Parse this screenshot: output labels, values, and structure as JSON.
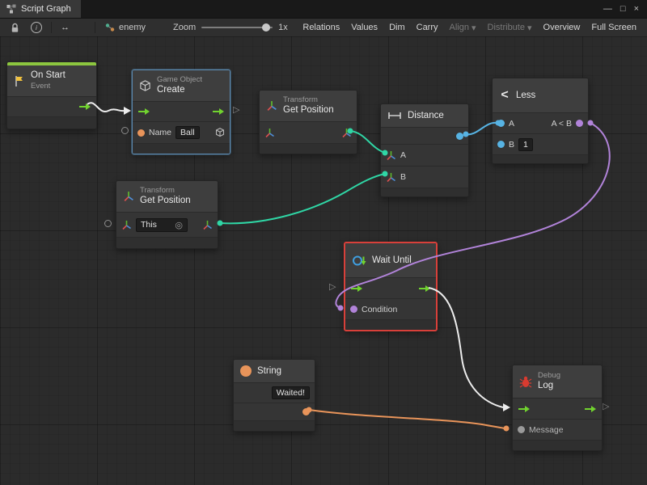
{
  "window": {
    "title": "Script Graph",
    "controls": {
      "minimize": "—",
      "maximize": "□",
      "close": "×"
    }
  },
  "toolbar": {
    "info_glyph": "i",
    "fit_glyph": "↔",
    "asset_name": "enemy",
    "zoom_label": "Zoom",
    "zoom_value": "1x",
    "caret_glyph": "▾",
    "buttons": [
      {
        "label": "Relations"
      },
      {
        "label": "Values"
      },
      {
        "label": "Dim"
      },
      {
        "label": "Carry"
      },
      {
        "label": "Align"
      },
      {
        "label": "Distribute"
      },
      {
        "label": "Overview"
      },
      {
        "label": "Full Screen"
      }
    ]
  },
  "canvas": {
    "unconnected_glyph": "▷"
  },
  "nodes": {
    "on_start": {
      "title": "On Start",
      "subtitle": "Event"
    },
    "create": {
      "category": "Game Object",
      "title": "Create",
      "name_label": "Name",
      "name_value": "Ball"
    },
    "get_position_a": {
      "category": "Transform",
      "title": "Get Position"
    },
    "get_position_b": {
      "category": "Transform",
      "title": "Get Position",
      "this_value": "This",
      "target_glyph": "◎"
    },
    "distance": {
      "title": "Distance",
      "a_label": "A",
      "b_label": "B"
    },
    "less": {
      "icon_glyph": "<",
      "title": "Less",
      "a_label": "A",
      "result_label": "A < B",
      "b_label": "B",
      "b_value": "1"
    },
    "wait_until": {
      "title": "Wait Until",
      "condition_label": "Condition"
    },
    "string": {
      "title": "String",
      "value": "Waited!"
    },
    "debug_log": {
      "category": "Debug",
      "title": "Log",
      "message_label": "Message"
    }
  },
  "colors": {
    "flow_green": "#71d32f",
    "value_orange": "#e8945a",
    "value_purple": "#b183d9",
    "value_cyan": "#57b3e3",
    "wire_teal": "#2fd6a5",
    "selection_red": "#d8403a",
    "selection_blue": "#5b87ad",
    "wire_white": "#ededed"
  }
}
